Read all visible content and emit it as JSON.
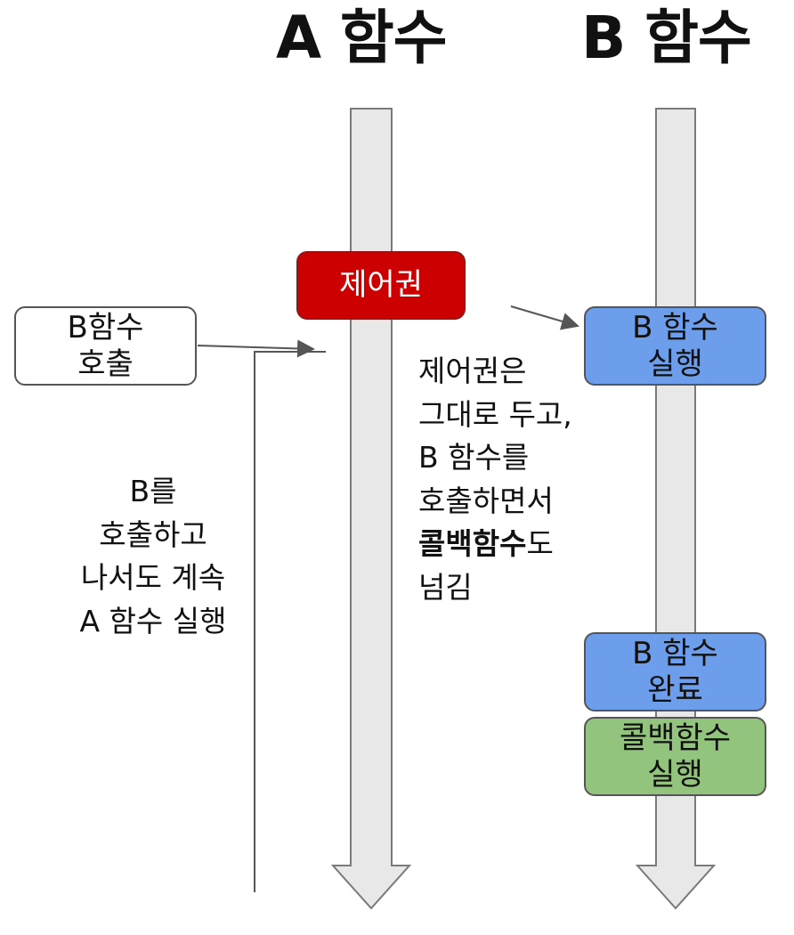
{
  "titles": {
    "a": "A 함수",
    "b": "B 함수"
  },
  "boxes": {
    "call_b": "B함수\n호출",
    "control": "제어권",
    "b_run": "B 함수\n실행",
    "b_done": "B 함수\n완료",
    "callback_run": "콜백함수\n실행"
  },
  "note_right": {
    "line1": "제어권은",
    "line2": "그대로 두고,",
    "line3": "B 함수를",
    "line4": "호출하면서",
    "line5_bold": "콜백함수",
    "line5_rest": "도",
    "line6": "넘김"
  },
  "note_left": {
    "line1": "B를",
    "line2": "호출하고",
    "line3": "나서도 계속",
    "line4": "A 함수 실행"
  },
  "colors": {
    "shaft": "#e8e8e8",
    "control": "#cc0000",
    "b_box": "#6d9eeb",
    "callback_box": "#93c47d",
    "call_box": "#ffffff"
  }
}
